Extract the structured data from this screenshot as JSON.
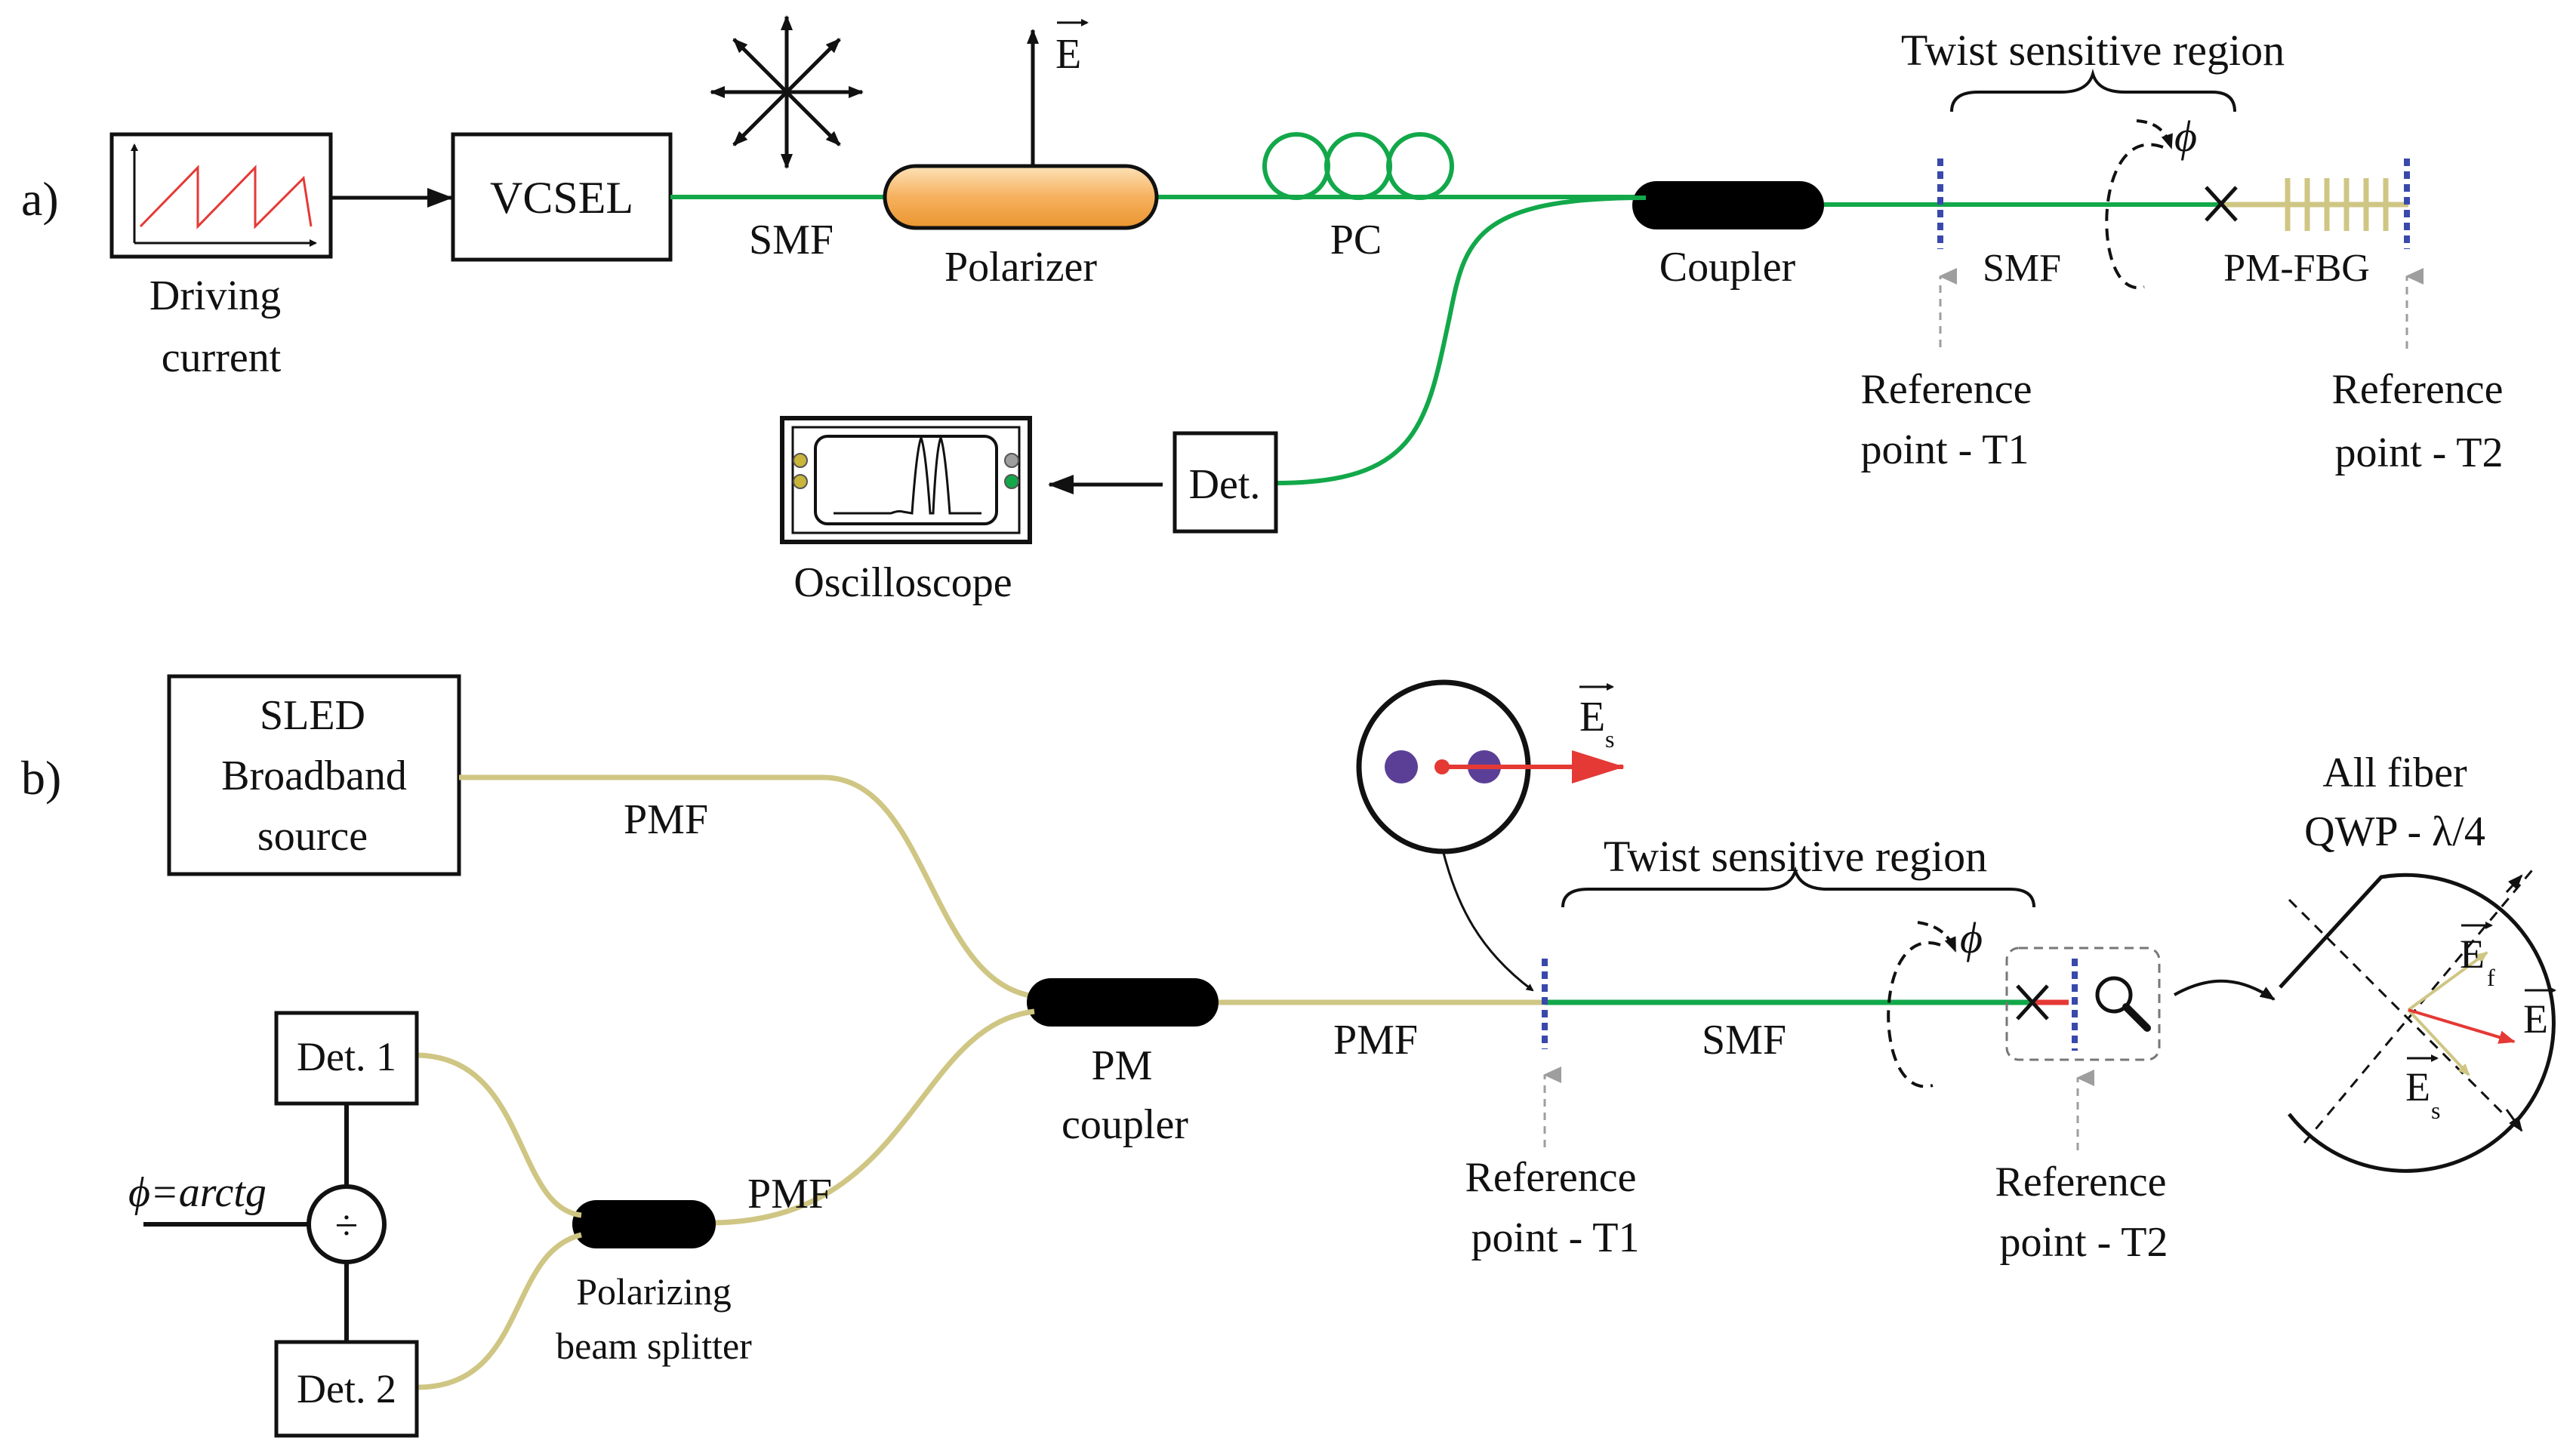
{
  "panel_a": {
    "tag": "a)",
    "driving_current": [
      "Driving",
      "current"
    ],
    "vcsel": "VCSEL",
    "smf_1": "SMF",
    "polarizer": "Polarizer",
    "e_vector": "E",
    "pc": "PC",
    "coupler": "Coupler",
    "twist_region": "Twist sensitive region",
    "phi": "ϕ",
    "smf_2": "SMF",
    "pm_fbg": "PM-FBG",
    "ref_t1": [
      "Reference",
      "point - T1"
    ],
    "ref_t2": [
      "Reference",
      "point - T2"
    ],
    "det": "Det.",
    "oscilloscope": "Oscilloscope"
  },
  "panel_b": {
    "tag": "b)",
    "sled": [
      "SLED",
      "Broadband",
      "source"
    ],
    "pmf_top": "PMF",
    "pm_coupler": [
      "PM",
      "coupler"
    ],
    "pmf_mid": "PMF",
    "pmf_low": "PMF",
    "det1": "Det. 1",
    "det2": "Det. 2",
    "phi_formula": "ϕ=arctg",
    "divide": "÷",
    "pbs": [
      "Polarizing",
      "beam splitter"
    ],
    "es_vector": "E",
    "es_sub": "s",
    "twist_region": "Twist sensitive region",
    "phi": "ϕ",
    "smf": "SMF",
    "ref_t1": [
      "Reference",
      "point - T1"
    ],
    "ref_t2": [
      "Reference",
      "point - T2"
    ],
    "qwp": [
      "All fiber",
      "QWP - λ/4"
    ],
    "ef_vector": "E",
    "ef_sub": "f",
    "e_vector": "E",
    "es2_vector": "E",
    "es2_sub": "s"
  },
  "colors": {
    "smf_green": "#12a84a",
    "pmf_khaki": "#cfc684",
    "polarizer_orange": "#f6b15e",
    "fbg_blue": "#3949ab",
    "red": "#e53935",
    "purple": "#5b3f96"
  }
}
